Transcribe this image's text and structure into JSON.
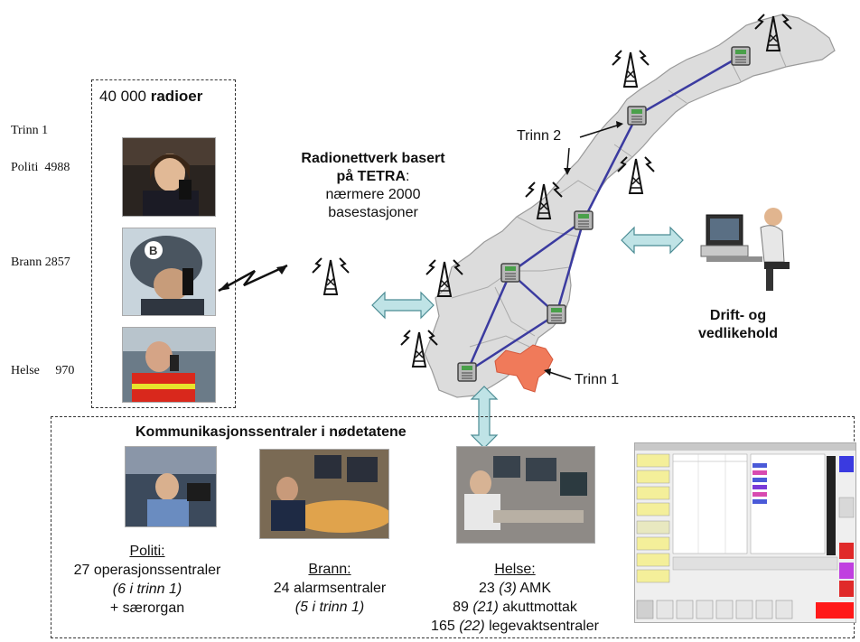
{
  "radios_box": {
    "count": "40 000",
    "label": "radioer"
  },
  "phases": {
    "phase1_header": "Trinn 1",
    "rows": [
      {
        "name": "Politi",
        "value": "4988"
      },
      {
        "name": "Brann",
        "value": "2857"
      },
      {
        "name": "Helse",
        "value": "970"
      }
    ]
  },
  "network": {
    "title_line1": "Radionettverk basert",
    "title_line2_bold": "på TETRA",
    "title_line2_tail": ":",
    "line3": "nærmere 2000",
    "line4": "basestasjoner"
  },
  "map_labels": {
    "trinn2": "Trinn 2",
    "trinn1": "Trinn 1"
  },
  "maintenance": {
    "line1": "Drift- og",
    "line2": "vedlikehold"
  },
  "centrals": {
    "title": "Kommunikasjonssentraler i nødetatene",
    "police": {
      "heading": "Politi:",
      "line1": "27 operasjonssentraler",
      "line2": "(6 i trinn 1)",
      "line3": "+ særorgan"
    },
    "fire": {
      "heading": "Brann:",
      "line1": "24 alarmsentraler",
      "line2": "(5 i trinn 1)"
    },
    "health": {
      "heading": "Helse:",
      "l1_a": "23 ",
      "l1_b": "(3)",
      "l1_c": " AMK",
      "l2_a": "89 ",
      "l2_b": "(21)",
      "l2_c": " akuttmottak",
      "l3_a": "165 ",
      "l3_b": "(22)",
      "l3_c": " legevaktsentraler"
    }
  },
  "colors": {
    "map_fill": "#dcdcdc",
    "link_line": "#3b3ba0",
    "trinn1_area": "#f07a5a",
    "arrow_fill": "#bfe3e6"
  }
}
